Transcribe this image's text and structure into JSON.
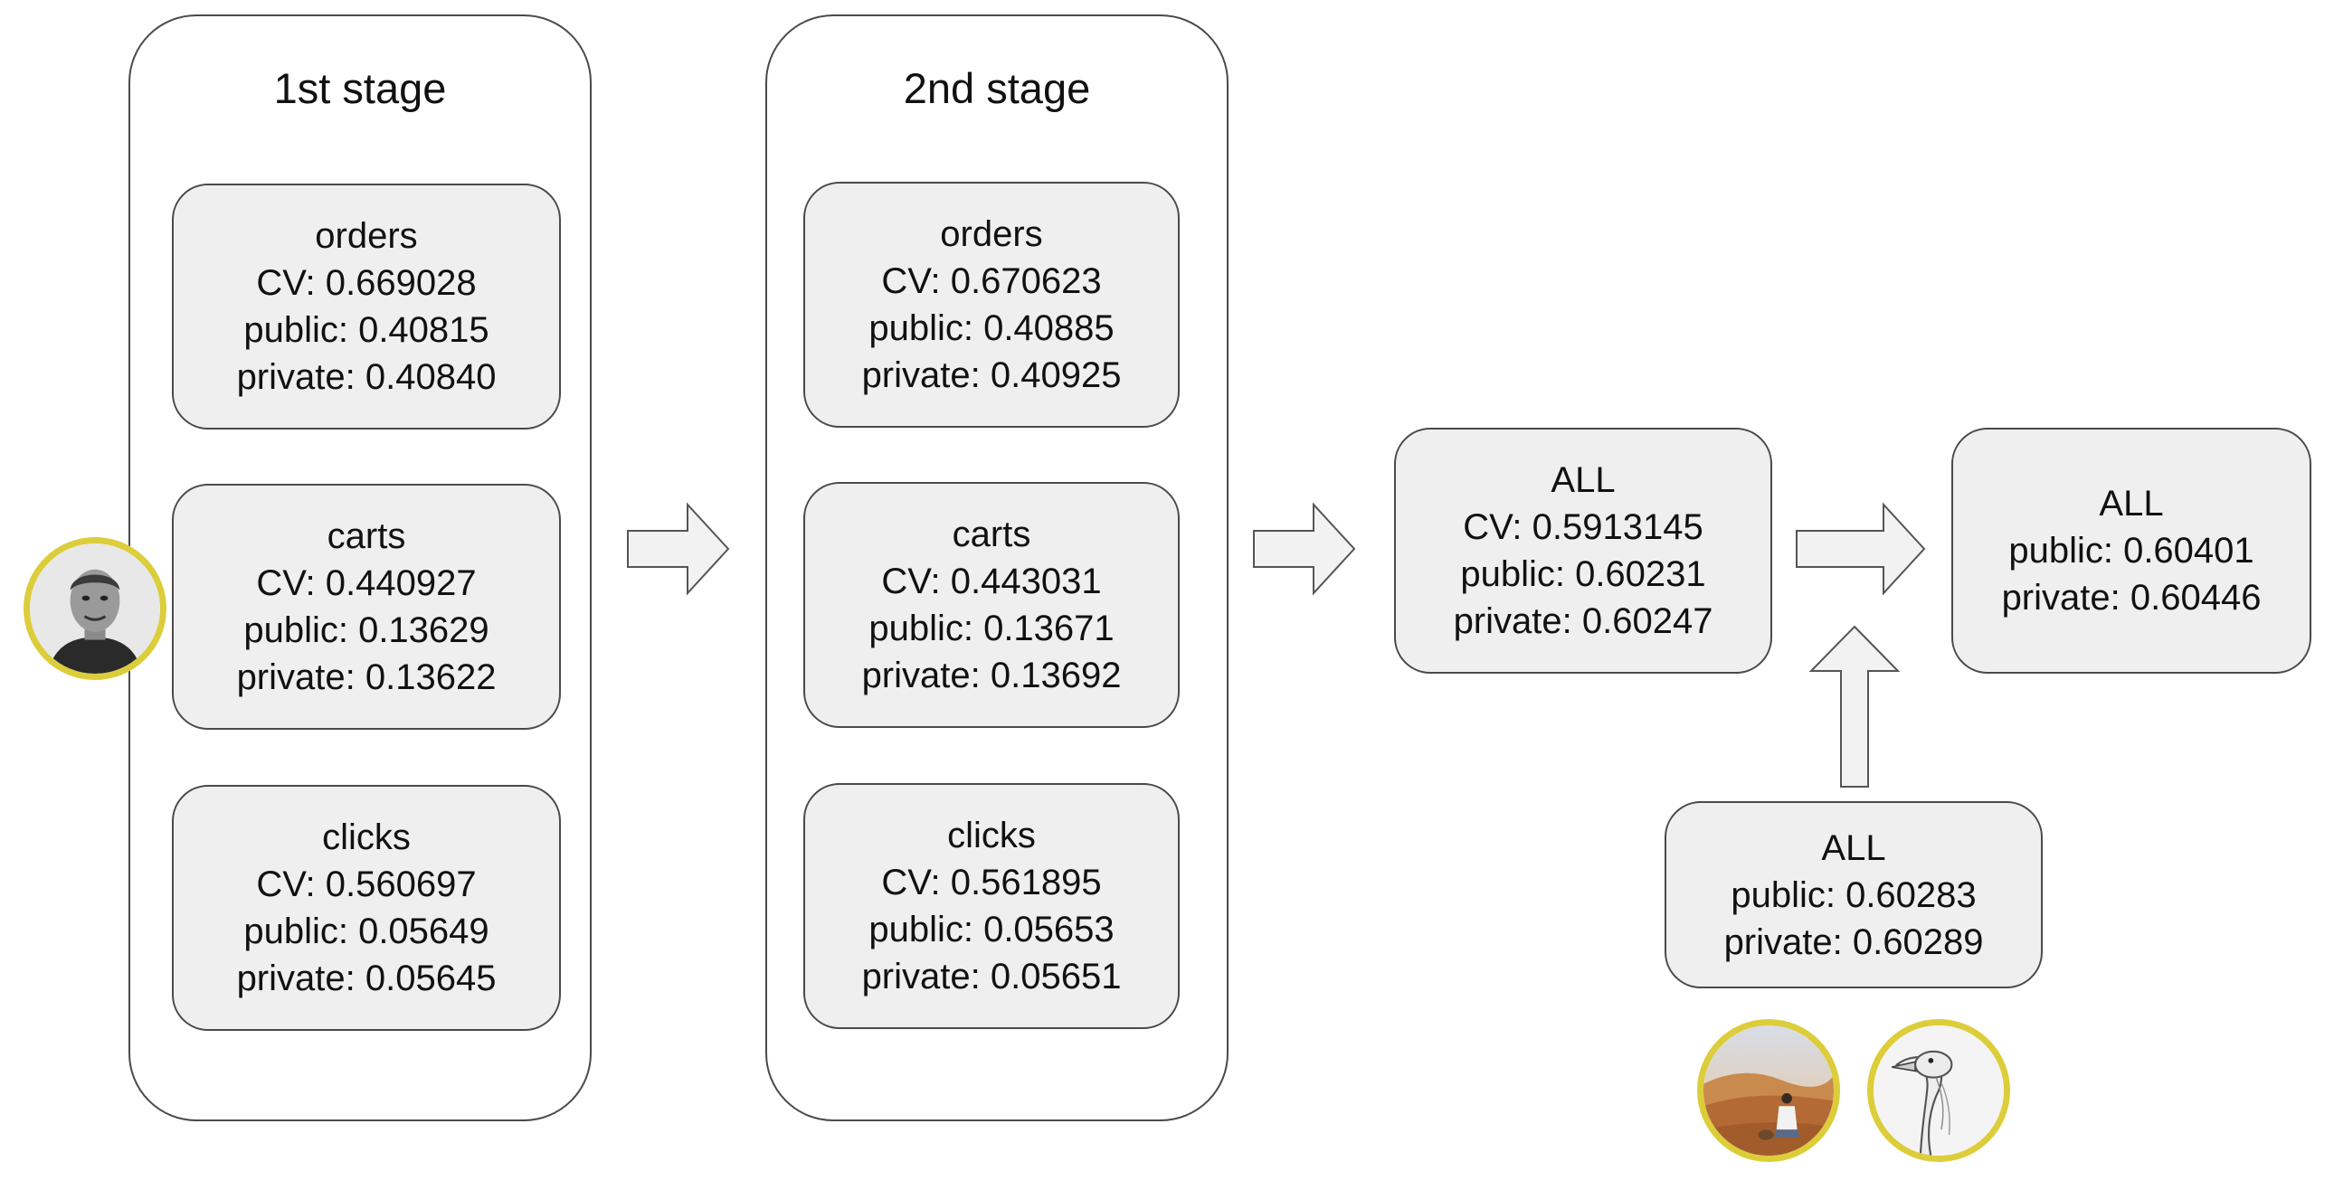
{
  "stage1": {
    "title": "1st stage",
    "orders": {
      "name": "orders",
      "cv": "CV: 0.669028",
      "public": "public: 0.40815",
      "private": "private: 0.40840"
    },
    "carts": {
      "name": "carts",
      "cv": "CV: 0.440927",
      "public": "public: 0.13629",
      "private": "private: 0.13622"
    },
    "clicks": {
      "name": "clicks",
      "cv": "CV: 0.560697",
      "public": "public: 0.05649",
      "private": "private: 0.05645"
    }
  },
  "stage2": {
    "title": "2nd stage",
    "orders": {
      "name": "orders",
      "cv": "CV: 0.670623",
      "public": "public: 0.40885",
      "private": "private: 0.40925"
    },
    "carts": {
      "name": "carts",
      "cv": "CV: 0.443031",
      "public": "public: 0.13671",
      "private": "private: 0.13692"
    },
    "clicks": {
      "name": "clicks",
      "cv": "CV: 0.561895",
      "public": "public: 0.05653",
      "private": "private: 0.05651"
    }
  },
  "ensemble": {
    "name": "ALL",
    "cv": "CV: 0.5913145",
    "public": "public: 0.60231",
    "private": "private: 0.60247"
  },
  "teammates": {
    "name": "ALL",
    "public": "public: 0.60283",
    "private": "private: 0.60289"
  },
  "final": {
    "name": "ALL",
    "public": "public: 0.60401",
    "private": "private: 0.60446"
  },
  "colors": {
    "box_fill": "#efefef",
    "border": "#4a4a4a",
    "avatar_ring": "#dccd3a"
  },
  "icons": [
    "right-arrow-icon",
    "up-arrow-icon",
    "person-avatar",
    "desert-avatar",
    "goose-avatar"
  ]
}
